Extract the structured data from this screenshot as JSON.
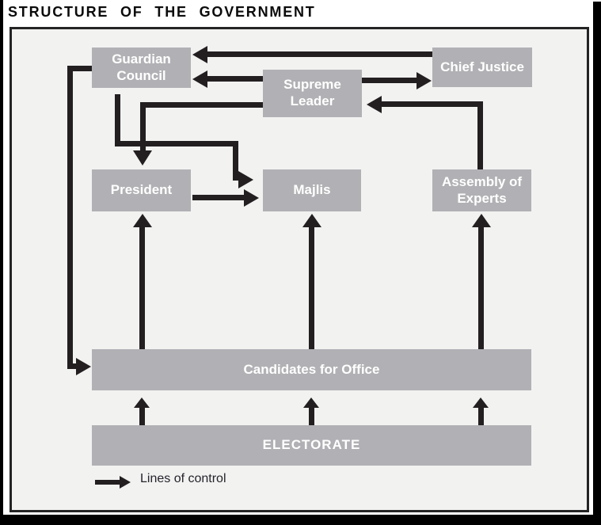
{
  "title": "STRUCTURE OF THE GOVERNMENT",
  "diagram": {
    "nodes": {
      "guardian_council": {
        "label": "Guardian Council"
      },
      "chief_justice": {
        "label": "Chief Justice"
      },
      "supreme_leader": {
        "label": "Supreme Leader"
      },
      "president": {
        "label": "President"
      },
      "majlis": {
        "label": "Majlis"
      },
      "assembly_of_experts": {
        "label": "Assembly of Experts"
      },
      "candidates_for_office": {
        "label": "Candidates for Office"
      },
      "electorate": {
        "label": "ELECTORATE"
      }
    },
    "edges": [
      {
        "from": "chief_justice",
        "to": "guardian_council"
      },
      {
        "from": "supreme_leader",
        "to": "guardian_council"
      },
      {
        "from": "supreme_leader",
        "to": "chief_justice"
      },
      {
        "from": "assembly_of_experts",
        "to": "supreme_leader"
      },
      {
        "from": "guardian_council",
        "to": "majlis"
      },
      {
        "from": "supreme_leader",
        "to": "president"
      },
      {
        "from": "president",
        "to": "majlis"
      },
      {
        "from": "guardian_council",
        "to": "candidates_for_office"
      },
      {
        "from": "candidates_for_office",
        "to": "president"
      },
      {
        "from": "candidates_for_office",
        "to": "majlis"
      },
      {
        "from": "candidates_for_office",
        "to": "assembly_of_experts"
      },
      {
        "from": "electorate",
        "to": "candidates_for_office"
      }
    ],
    "legend": {
      "label": "Lines of control"
    },
    "colors": {
      "box_fill": "#b1b1b5",
      "box_text": "#ffffff",
      "arrow": "#231f20",
      "panel_background": "#f2f2f1",
      "panel_border": "#242424"
    }
  }
}
